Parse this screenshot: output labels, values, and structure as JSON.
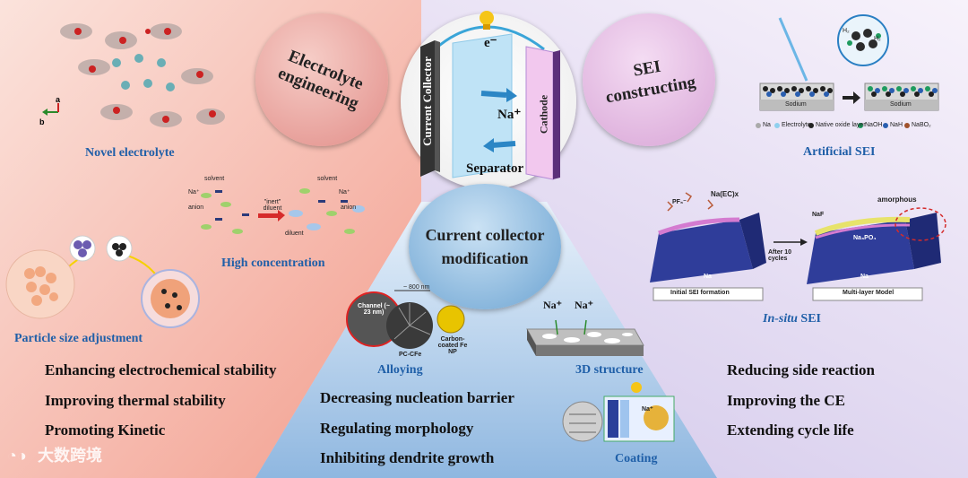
{
  "center": {
    "electron": "e⁻",
    "current_collector": "Current Collector",
    "cathode": "Cathode",
    "na_ion": "Na⁺",
    "separator": "Separator"
  },
  "circles": {
    "electrolyte": "Electrolyte engineering",
    "sei": "SEI constructing",
    "collector": "Current collector modification"
  },
  "left": {
    "novel_electrolyte": "Novel electrolyte",
    "axis_a": "a",
    "axis_b": "b",
    "high_concentration": "High concentration",
    "particle_size": "Particle size adjustment",
    "hc_solvent": "solvent",
    "hc_na": "Na⁺",
    "hc_anion": "anion",
    "hc_inert": "\"inert\" diluent",
    "hc_diluent": "diluent",
    "hc_solvent2": "solvent",
    "hc_na2": "Na⁺",
    "hc_anion2": "anion",
    "bullets": [
      "Enhancing electrochemical stability",
      "Improving thermal stability",
      "Promoting Kinetic"
    ]
  },
  "middle": {
    "alloying": "Alloying",
    "structure_3d": "3D structure",
    "coating": "Coating",
    "channel": "Channel (~ 23 nm)",
    "scale": "~ 800 nm",
    "pc_cfe": "PC-CFe",
    "carbon_fe": "Carbon-coated Fe NP",
    "na_a": "Na⁺",
    "na_b": "Na⁺",
    "coat_na": "Na⁺",
    "bullets": [
      "Decreasing nucleation barrier",
      "Regulating morphology",
      "Inhibiting dendrite growth"
    ]
  },
  "right": {
    "artificial_sei": "Artificial SEI",
    "insitu_prefix": "In-situ",
    "insitu_suffix": " SEI",
    "sodium1": "Sodium",
    "sodium2": "Sodium",
    "legend": [
      "Na",
      "Electrolyte",
      "Native oxide layer",
      "NaOH",
      "NaH",
      "NaBO₂"
    ],
    "h2a": "H₂",
    "h2b": "H₂",
    "pf6": "PF₆⁻",
    "naec": "Na(EC)x",
    "naf": "NaF",
    "amorphous": "amorphous",
    "na3po4": "Na₃PO₄",
    "na_block1": "Na",
    "na_block2": "Na",
    "after_cycles": "After 10 cycles",
    "initial_sei": "Initial SEI formation",
    "multilayer": "Multi-layer Model",
    "bullets": [
      "Reducing side reaction",
      "Improving the CE",
      "Extending cycle life"
    ]
  },
  "watermark": "大数跨境"
}
